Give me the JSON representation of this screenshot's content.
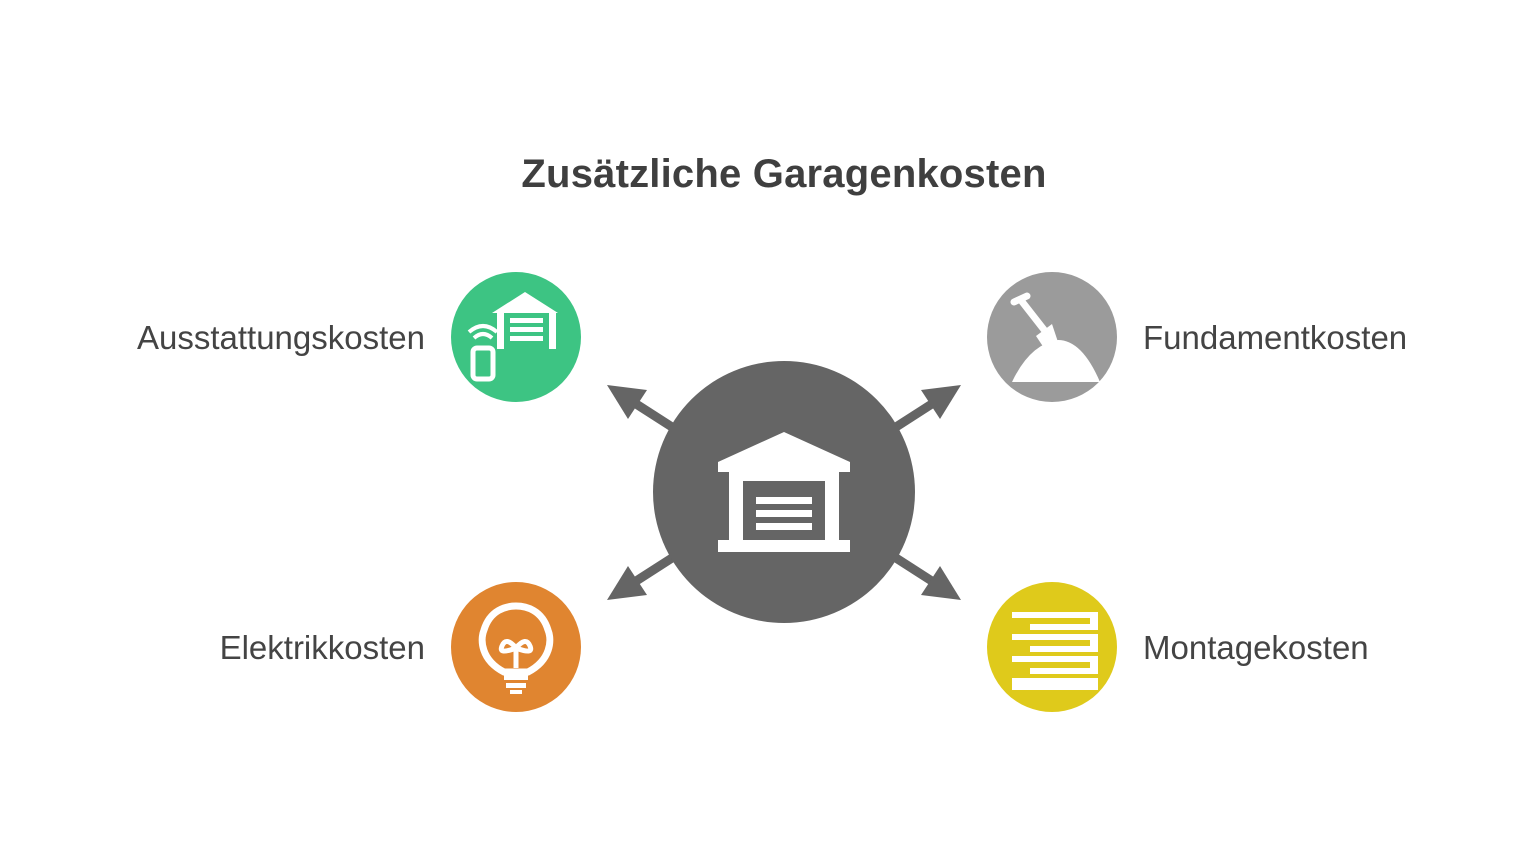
{
  "title": "Zusätzliche Garagenkosten",
  "center": {
    "icon": "garage-icon",
    "color": "#656565"
  },
  "nodes": [
    {
      "key": "ausstattung",
      "label": "Ausstattungskosten",
      "icon": "garage-remote-icon",
      "color": "#3dc483"
    },
    {
      "key": "fundament",
      "label": "Fundamentkosten",
      "icon": "shovel-dirt-icon",
      "color": "#9b9b9b"
    },
    {
      "key": "elektrik",
      "label": "Elektrikkosten",
      "icon": "lightbulb-icon",
      "color": "#e08530"
    },
    {
      "key": "montage",
      "label": "Montagekosten",
      "icon": "stacked-panels-icon",
      "color": "#dfca1b"
    }
  ],
  "colors": {
    "arrow": "#656565",
    "icon_fg": "#ffffff",
    "text": "#444444"
  }
}
